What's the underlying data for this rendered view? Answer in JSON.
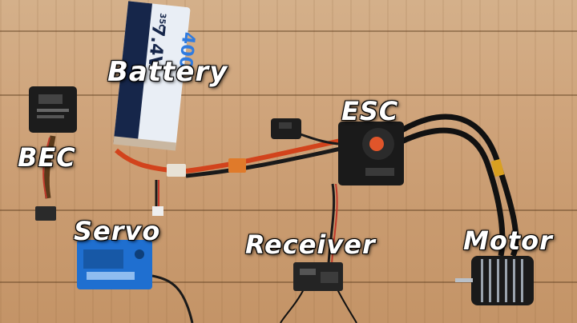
{
  "labels": {
    "battery": "Battery",
    "bec": "BEC",
    "esc": "ESC",
    "servo": "Servo",
    "receiver": "Receiver",
    "motor": "Motor"
  },
  "battery_print": {
    "voltage": "7.4V",
    "c_rating": "35C",
    "capacity": "400"
  },
  "colors": {
    "label_text": "#ffffff",
    "wood": "#cfa47b",
    "servo_blue": "#1f6fd0",
    "wire_red": "#d2431c",
    "motor_black": "#1a1a1a"
  }
}
